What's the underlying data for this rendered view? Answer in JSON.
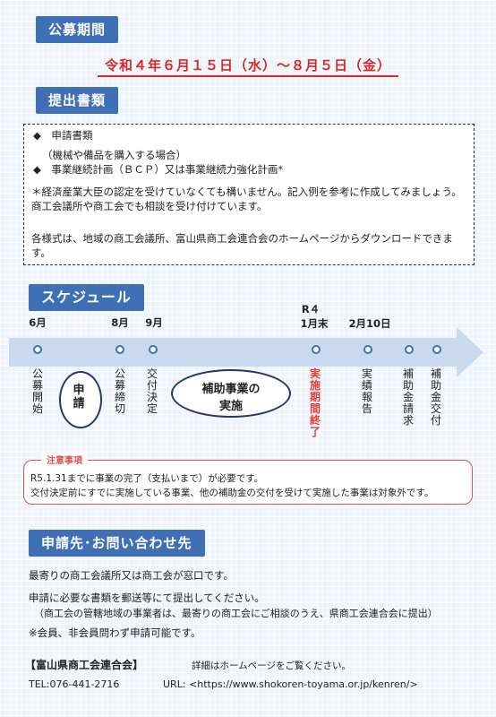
{
  "sections": {
    "period_heading": "公募期間",
    "documents_heading": "提出書類",
    "schedule_heading": "スケジュール",
    "contact_heading": "申請先･お問い合わせ先"
  },
  "period": {
    "text": "令和４年６月１５日（水）～８月５日（金）"
  },
  "documents": {
    "item1": "◆　申請書類",
    "item1_note": "（機械や備品を購入する場合）",
    "item2": "◆　事業継続計画（ＢＣＰ）又は事業継続力強化計画*",
    "note": "＊経済産業大臣の認定を受けていなくても構いません。記入例を参考に作成してみましょう。商工会議所や商工会でも相談を受け付けています。",
    "download": "各様式は、地域の商工会議所、富山県商工会連合会のホームページからダウンロードできます。"
  },
  "schedule": {
    "top_labels": [
      "6月",
      "8月",
      "9月",
      "R４",
      "1月末",
      "2月10日"
    ],
    "events": [
      "公募開始",
      "申請",
      "公募締切",
      "交付決定",
      "補助事業の",
      "実施",
      "実施期間終了",
      "実績報告",
      "補助金請求",
      "補助金交付"
    ],
    "colors": {
      "arrow": "#c9daf0",
      "dot": "#3f6fb5",
      "highlight": "#e53935"
    }
  },
  "notice": {
    "label": "注意事項",
    "line1": "R5.1.31までに事業の完了（支払いまで）が必要です。",
    "line2": "交付決定前にすでに実施している事業、他の補助金の交付を受けて実施した事業は対象外です。"
  },
  "contact": {
    "line1": "最寄りの商工会議所又は商工会が窓口です。",
    "line2": "申請に必要な書類を郵送等にて提出してください。",
    "line3": "（商工会の管轄地域の事業者は、最寄りの商工会にご相談のうえ、県商工会連合会に提出）",
    "line4": "※会員、非会員問わず申請可能です。",
    "org": "【富山県商工会連合会】",
    "detail": "詳細はホームページをご覧ください。",
    "tel": "TEL:076-441-2716",
    "url": "URL: <https://www.shokoren-toyama.or.jp/kenren/>"
  }
}
